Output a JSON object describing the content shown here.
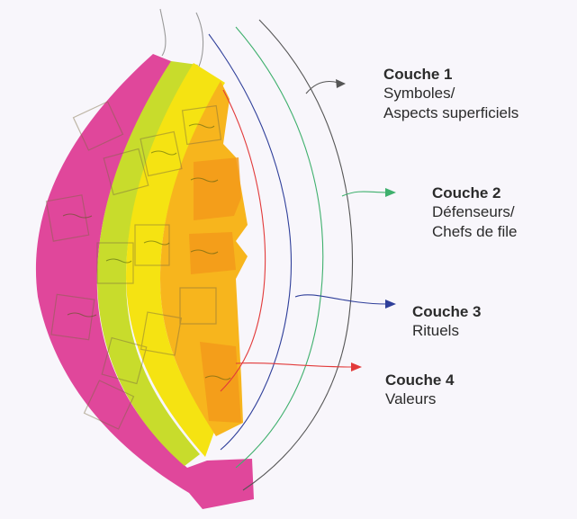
{
  "layers": [
    {
      "title": "Couche 1",
      "lines": [
        "Symboles/",
        "Aspects superficiels"
      ],
      "color": "#555555"
    },
    {
      "title": "Couche 2",
      "lines": [
        "Défenseurs/",
        "Chefs de file"
      ],
      "color": "#3fb06d"
    },
    {
      "title": "Couche 3",
      "lines": [
        "Rituels"
      ],
      "color": "#2f3f9a"
    },
    {
      "title": "Couche 4",
      "lines": [
        "Valeurs"
      ],
      "color": "#e23a3a"
    }
  ],
  "paper_colors": {
    "magenta": "#e0479b",
    "yellow_green": "#c8dc2c",
    "yellow": "#f5e312",
    "orange": "#f7b51d",
    "deep_orange": "#f39a1a"
  }
}
